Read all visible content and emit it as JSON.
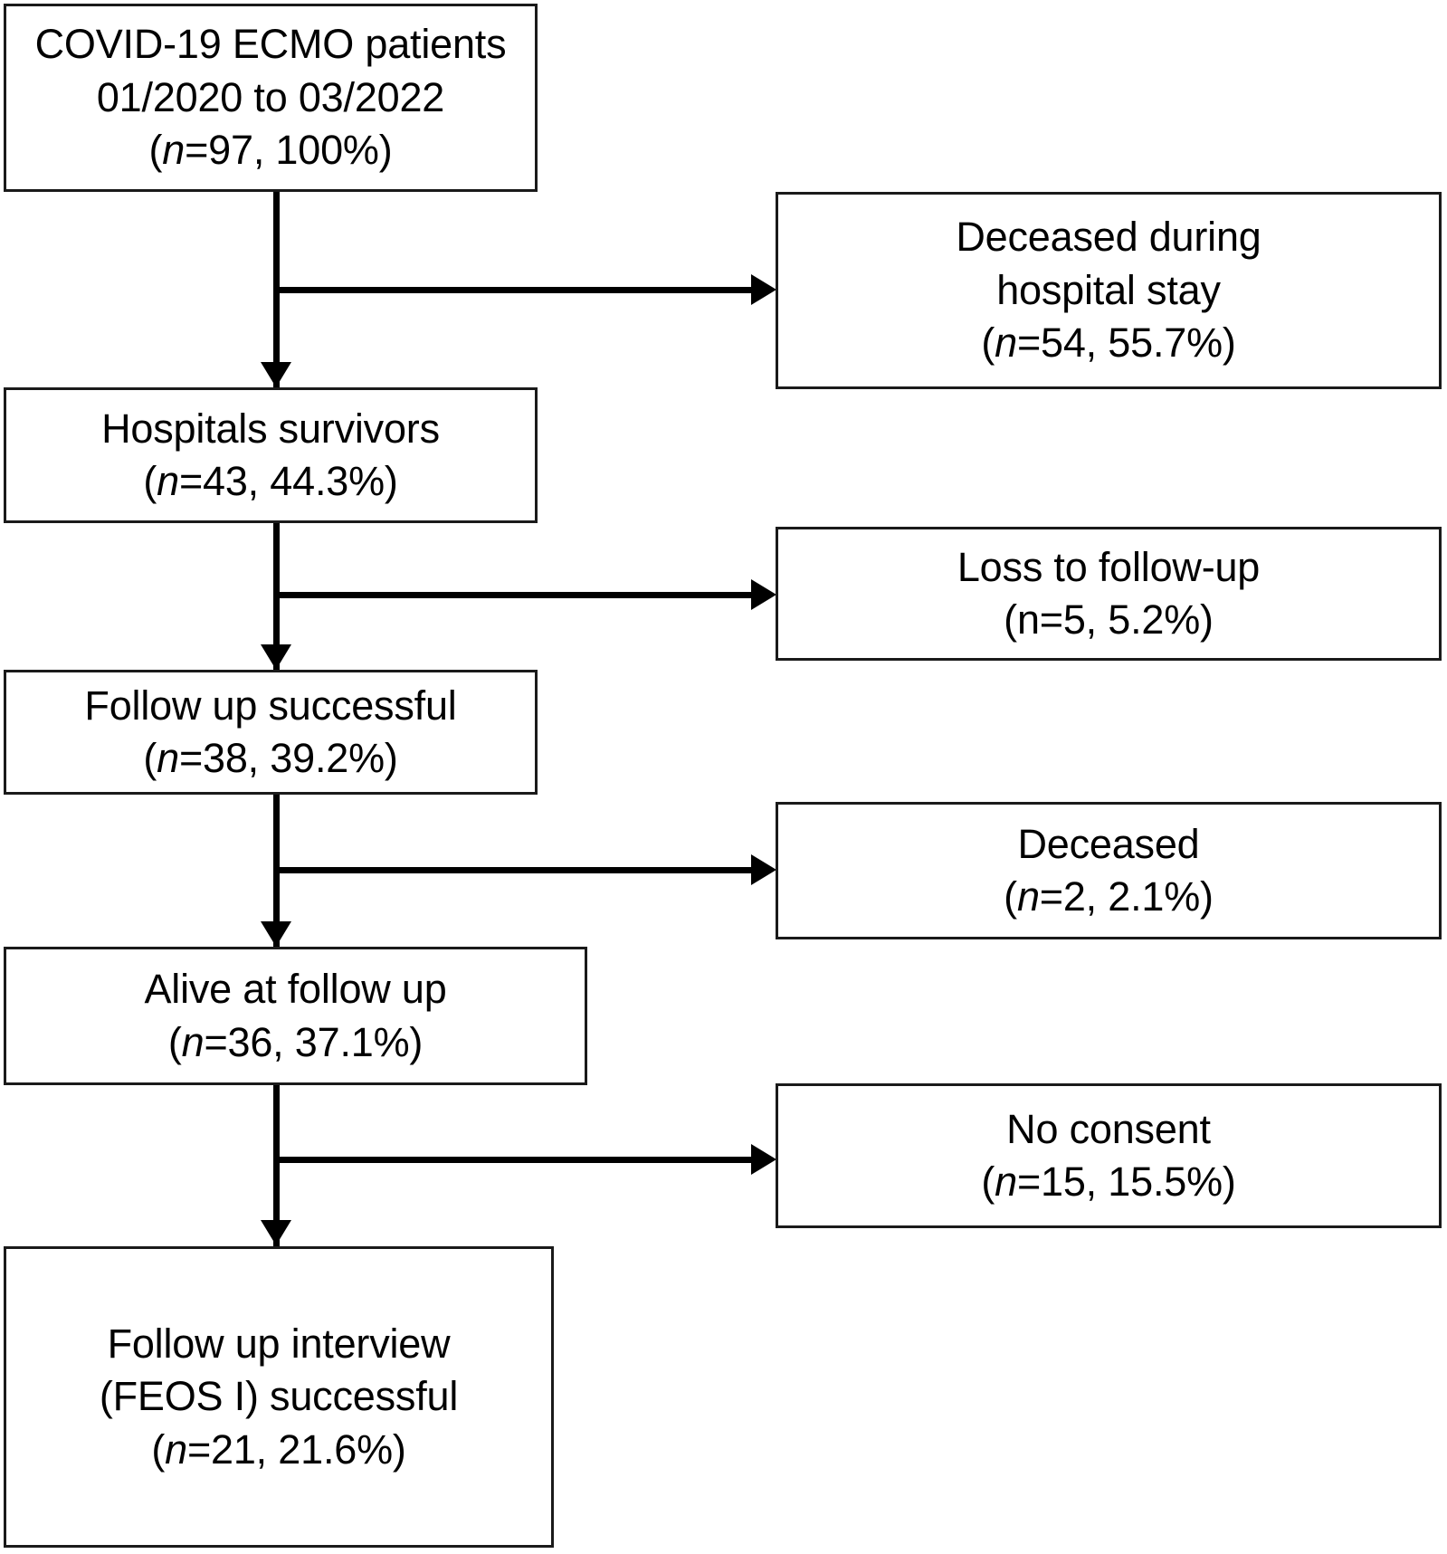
{
  "diagram": {
    "type": "flowchart",
    "title": "COVID-19 ECMO patient follow-up flow diagram",
    "orientation": "vertical-with-right-exclusions",
    "colors": {
      "box_border": "#1a1a1a",
      "box_fill": "#ffffff",
      "connector": "#000000",
      "text": "#000000",
      "background": "#ffffff"
    },
    "main_nodes": [
      {
        "id": "enrolled",
        "line1": "COVID-19 ECMO patients",
        "line2": "01/2020 to 03/2022",
        "count_open": "(",
        "count_n": "n",
        "count_rest": "=97, 100%)",
        "n": 97,
        "percent": "100%",
        "n_italic": true
      },
      {
        "id": "hospital-survivors",
        "line1": "Hospitals survivors",
        "line2": "",
        "count_open": "(",
        "count_n": "n",
        "count_rest": "=43, 44.3%)",
        "n": 43,
        "percent": "44.3%",
        "n_italic": true
      },
      {
        "id": "follow-up-successful",
        "line1": "Follow up successful",
        "line2": "",
        "count_open": "(",
        "count_n": "n",
        "count_rest": "=38, 39.2%)",
        "n": 38,
        "percent": "39.2%",
        "n_italic": true
      },
      {
        "id": "alive-at-follow-up",
        "line1": "Alive at follow up",
        "line2": "",
        "count_open": "(",
        "count_n": "n",
        "count_rest": "=36, 37.1%)",
        "n": 36,
        "percent": "37.1%",
        "n_italic": true
      },
      {
        "id": "follow-up-interview",
        "line1": "Follow up interview",
        "line2": "(FEOS I) successful",
        "count_open": "(",
        "count_n": "n",
        "count_rest": "=21, 21.6%)",
        "n": 21,
        "percent": "21.6%",
        "n_italic": true
      }
    ],
    "exclusion_nodes": [
      {
        "id": "deceased-hospital",
        "line1": "Deceased during",
        "line2": "hospital stay",
        "count_open": "(",
        "count_n": "n",
        "count_rest": "=54, 55.7%)",
        "n": 54,
        "percent": "55.7%",
        "n_italic": true
      },
      {
        "id": "loss-to-follow-up",
        "line1": "Loss to follow-up",
        "line2": "",
        "count_open": "(",
        "count_n": "n",
        "count_rest": "=5, 5.2%)",
        "n": 5,
        "percent": "5.2%",
        "n_italic": false
      },
      {
        "id": "deceased",
        "line1": "Deceased",
        "line2": "",
        "count_open": "(",
        "count_n": "n",
        "count_rest": "=2, 2.1%)",
        "n": 2,
        "percent": "2.1%",
        "n_italic": true
      },
      {
        "id": "no-consent",
        "line1": "No consent",
        "line2": "",
        "count_open": "(",
        "count_n": "n",
        "count_rest": "=15, 15.5%)",
        "n": 15,
        "percent": "15.5%",
        "n_italic": true
      }
    ]
  }
}
